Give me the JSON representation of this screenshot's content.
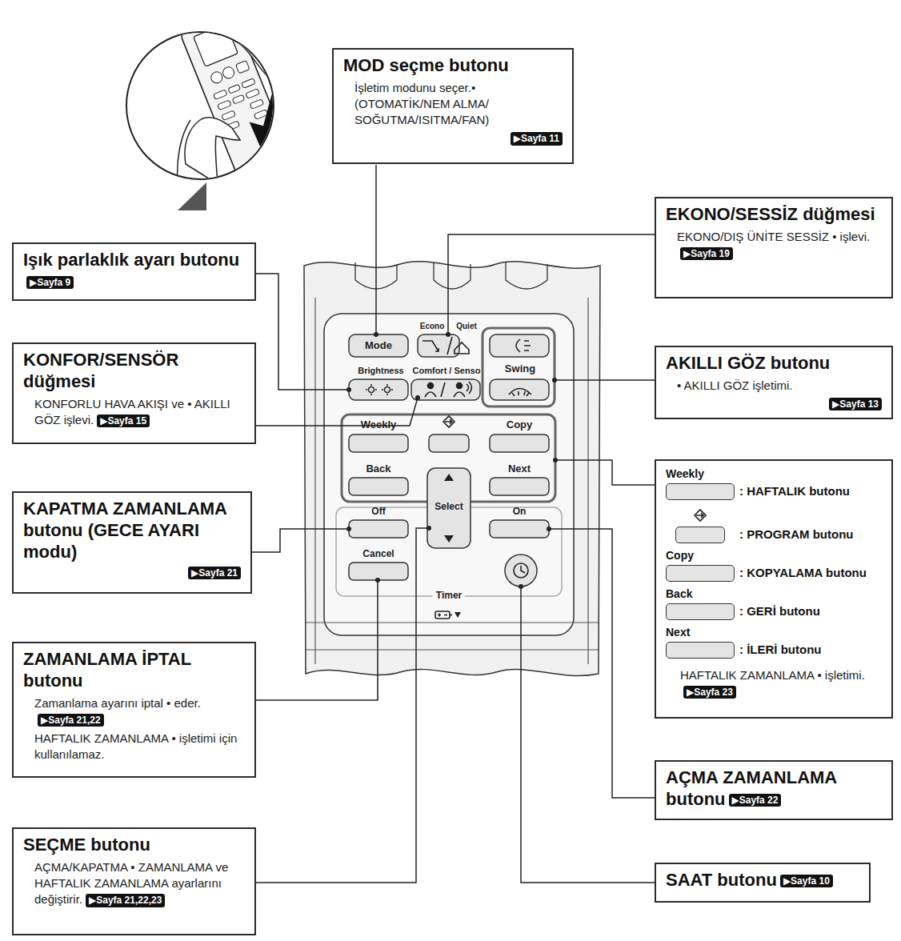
{
  "diagram": {
    "nodes": [
      {
        "text": [
          "MOD seçme butonu",
          "İşletim modunu seçer.• (OTOMATİK/NEM ALMA/ SOĞUTMA/ISITMA/FAN)",
          "▶Sayfa 11"
        ]
      },
      {
        "text": [
          "EKONO/SESSİZ düğmesi",
          "EKONO/DIŞ ÜNİTE SESSİZ • işlevi.",
          "▶Sayfa 19"
        ]
      },
      {
        "text": [
          "Işık parlaklık ayarı butonu",
          "▶Sayfa 9"
        ]
      },
      {
        "text": [
          "KONFOR/SENSÖR düğmesi",
          "KONFORLU HAVA AKIŞI ve • AKILLI GÖZ işlevi.",
          "▶Sayfa 15"
        ]
      },
      {
        "text": [
          "AKILLI GÖZ butonu",
          "• AKILLI GÖZ işletimi.",
          "▶Sayfa 13"
        ]
      },
      {
        "text": [
          "Weekly",
          ": HAFTALIK butonu",
          ": PROGRAM butonu",
          "Copy",
          ": KOPYALAMA butonu",
          "Back",
          ": GERİ butonu",
          "Next",
          ": İLERİ butonu",
          "HAFTALIK ZAMANLAMA • işletimi.",
          "▶Sayfa 23"
        ]
      },
      {
        "text": [
          "KAPATMA ZAMANLAMA butonu (GECE AYARI modu)",
          "▶Sayfa 21"
        ]
      },
      {
        "text": [
          "ZAMANLAMA İPTAL butonu",
          "Zamanlama ayarını iptal • eder.",
          "▶Sayfa 21,22",
          "HAFTALIK ZAMANLAMA • işletimi için kullanılamaz."
        ]
      },
      {
        "text": [
          "AÇMA ZAMANLAMA butonu",
          "▶Sayfa 22"
        ]
      },
      {
        "text": [
          "SEÇME butonu",
          "AÇMA/KAPATMA • ZAMANLAMA ve HAFTALIK ZAMANLAMA ayarlarını değiştirir.",
          "▶Sayfa 21,22,23"
        ]
      },
      {
        "text": [
          "SAAT butonu",
          "▶Sayfa 10"
        ]
      }
    ],
    "labels": [
      "Mode",
      "Econo",
      "Quiet",
      "Brightness",
      "Comfort / Senso",
      "Swing",
      "Weekly",
      "Copy",
      "Back",
      "Next",
      "Select",
      "Off",
      "On",
      "Cancel",
      "Timer"
    ]
  }
}
